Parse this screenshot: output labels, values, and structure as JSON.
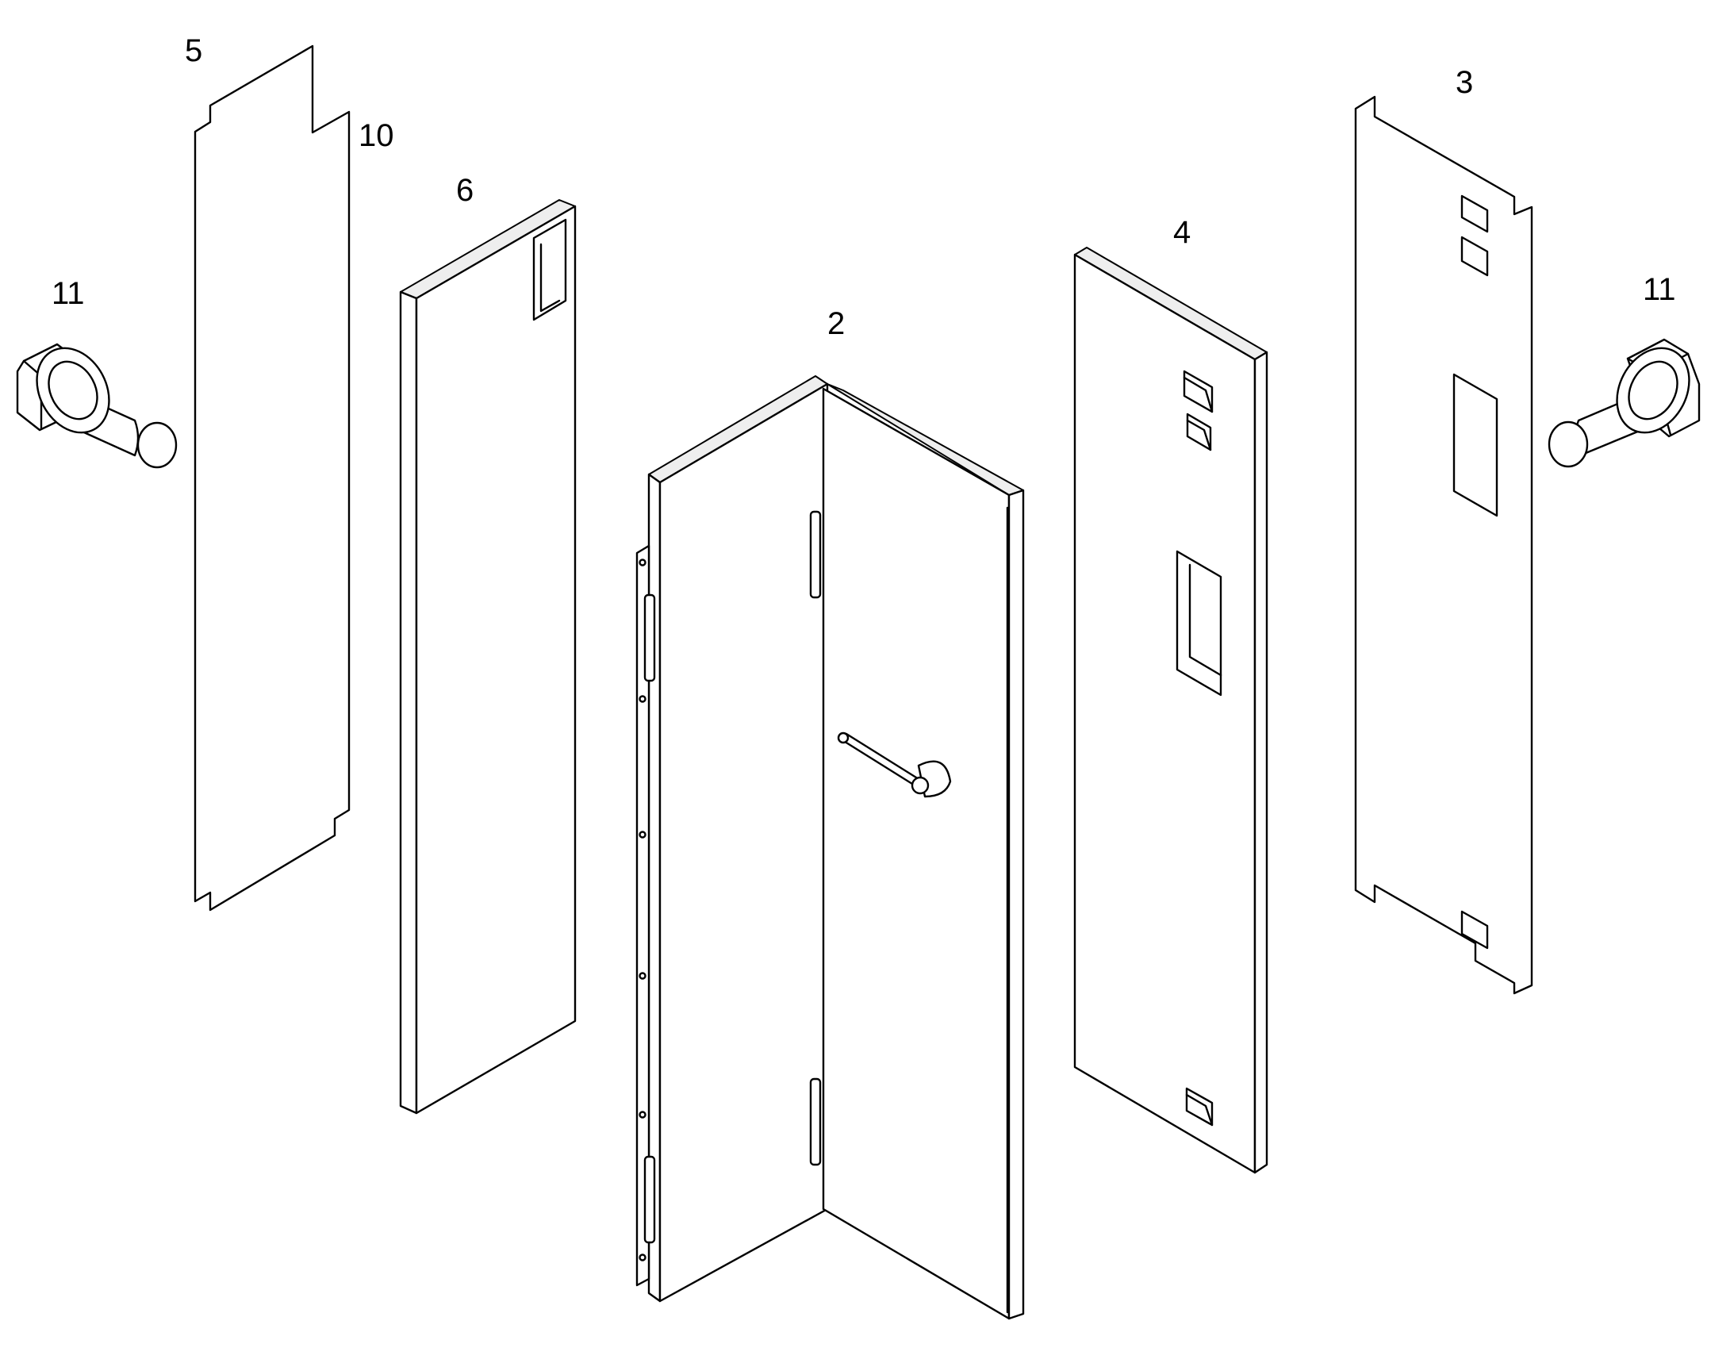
{
  "diagram": {
    "type": "exploded-parts-view",
    "callouts": {
      "part_5": "5",
      "part_10": "10",
      "part_6": "6",
      "part_11_left": "11",
      "part_2": "2",
      "part_4": "4",
      "part_3": "3",
      "part_11_right": "11"
    },
    "colors": {
      "line": "#000000",
      "background": "#ffffff",
      "shade": "#eeeeee"
    }
  }
}
